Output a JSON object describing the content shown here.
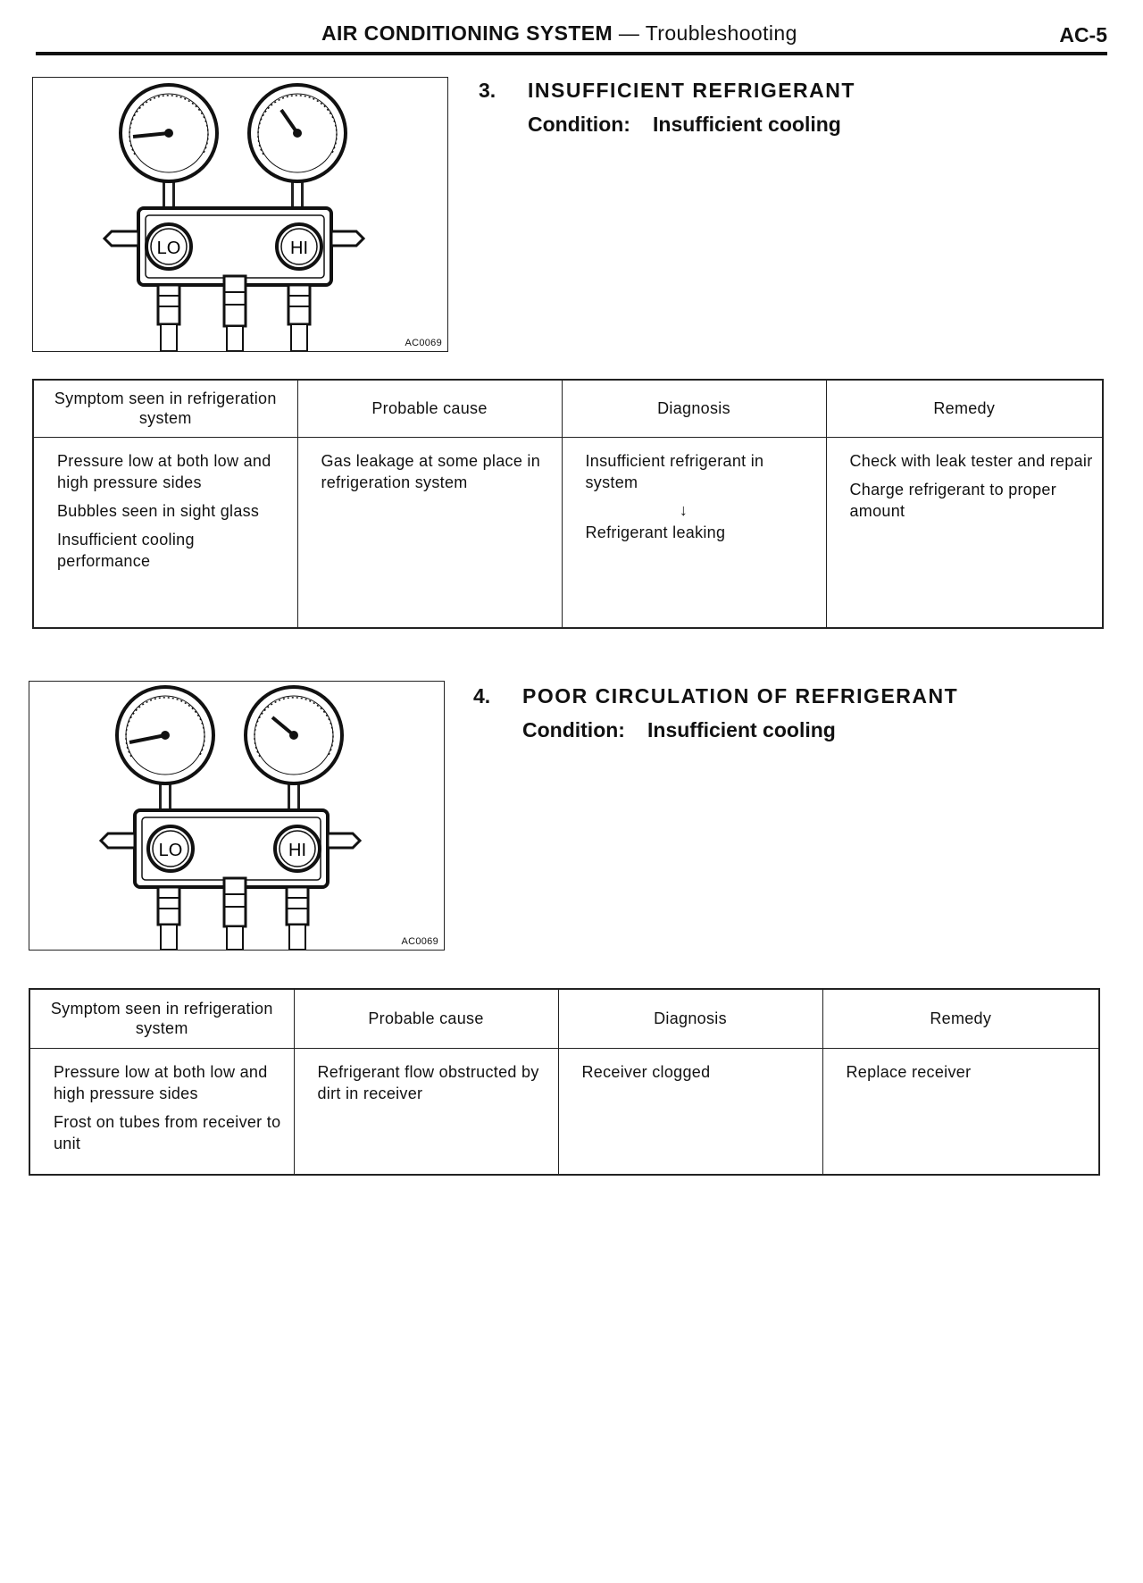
{
  "header": {
    "title": "AIR CONDITIONING SYSTEM",
    "separator": " — ",
    "subtitle": "Troubleshooting",
    "page_number": "AC-5"
  },
  "sections": [
    {
      "number": "3.",
      "title": "INSUFFICIENT REFRIGERANT",
      "condition_label": "Condition:",
      "condition_value": "Insufficient cooling",
      "figure": {
        "code": "AC0069",
        "lo_label": "LO",
        "hi_label": "HI"
      },
      "table": {
        "headers": [
          "Symptom seen in refrigeration system",
          "Probable cause",
          "Diagnosis",
          "Remedy"
        ],
        "symptoms": [
          "Pressure low at both low and high pressure sides",
          "Bubbles seen in sight glass",
          "Insufficient cooling performance"
        ],
        "probable_cause": "Gas leakage at some place in refrigeration system",
        "diagnosis": [
          "Insufficient refrigerant in system",
          "↓",
          "Refrigerant leaking"
        ],
        "remedy": [
          "Check with leak tester and repair",
          "Charge refrigerant to proper amount"
        ]
      }
    },
    {
      "number": "4.",
      "title": "POOR CIRCULATION OF REFRIGERANT",
      "condition_label": "Condition:",
      "condition_value": "Insufficient cooling",
      "figure": {
        "code": "AC0069",
        "lo_label": "LO",
        "hi_label": "HI"
      },
      "table": {
        "headers": [
          "Symptom seen in refrigeration system",
          "Probable cause",
          "Diagnosis",
          "Remedy"
        ],
        "symptoms": [
          "Pressure low at both low and high pressure sides",
          "Frost on tubes from receiver to unit"
        ],
        "probable_cause": "Refrigerant flow obstructed by dirt in receiver",
        "diagnosis": [
          "Receiver clogged"
        ],
        "remedy": [
          "Replace receiver"
        ]
      }
    }
  ]
}
